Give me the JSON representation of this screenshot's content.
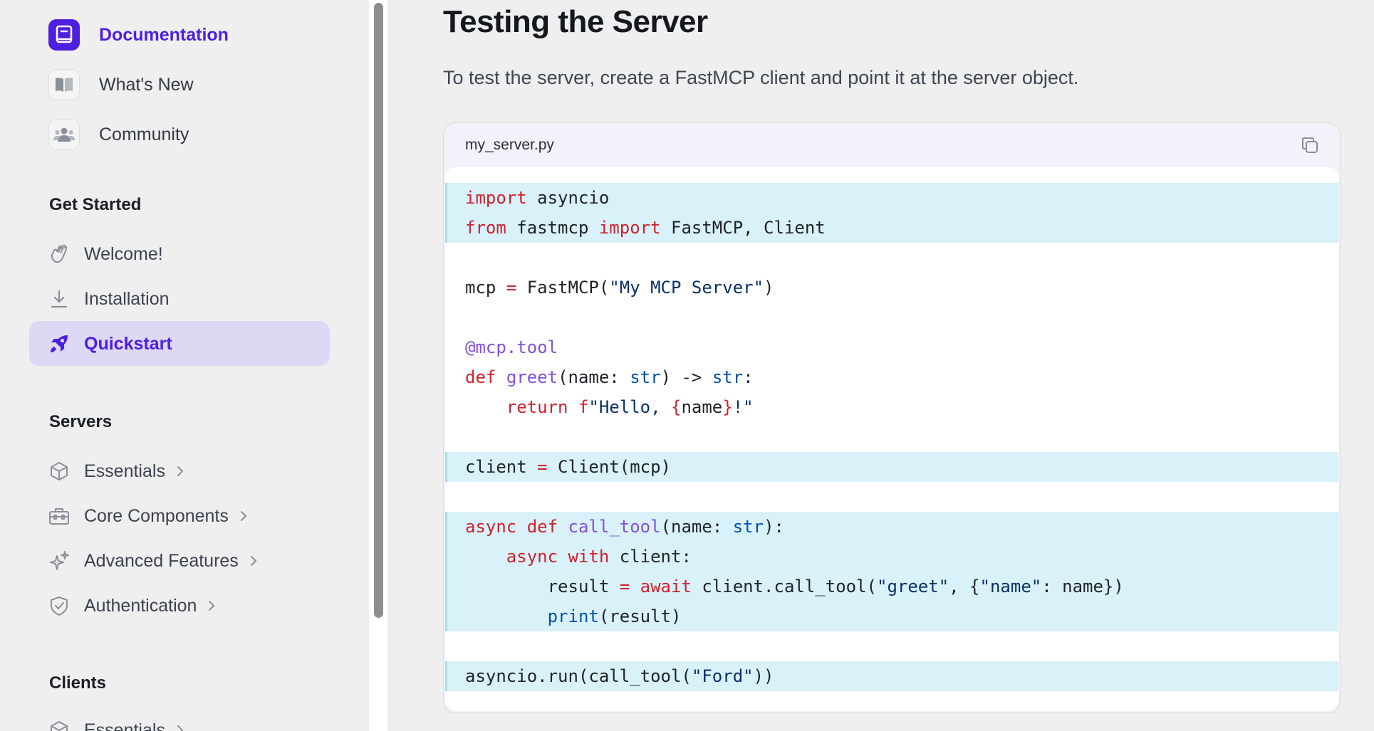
{
  "sidebar": {
    "top_links": [
      {
        "label": "Documentation",
        "icon": "book-icon",
        "active": true
      },
      {
        "label": "What's New",
        "icon": "open-book-icon",
        "active": false
      },
      {
        "label": "Community",
        "icon": "users-icon",
        "active": false
      }
    ],
    "sections": {
      "get_started": {
        "title": "Get Started",
        "items": [
          {
            "label": "Welcome!",
            "icon": "waving-hand-icon"
          },
          {
            "label": "Installation",
            "icon": "download-icon"
          },
          {
            "label": "Quickstart",
            "icon": "rocket-icon",
            "active": true
          }
        ]
      },
      "servers": {
        "title": "Servers",
        "items": [
          {
            "label": "Essentials",
            "icon": "cube-icon"
          },
          {
            "label": "Core Components",
            "icon": "toolbox-icon"
          },
          {
            "label": "Advanced Features",
            "icon": "sparkles-icon"
          },
          {
            "label": "Authentication",
            "icon": "shield-check-icon"
          }
        ]
      },
      "clients": {
        "title": "Clients",
        "items": [
          {
            "label": "Essentials",
            "icon": "cube-icon"
          }
        ]
      }
    }
  },
  "main": {
    "title": "Testing the Server",
    "lead": "To test the server, create a FastMCP client and point it at the server object.",
    "code": {
      "filename": "my_server.py",
      "copy_icon": "copy-icon",
      "lines": {
        "l1": {
          "a": "import",
          "b": " asyncio"
        },
        "l2": {
          "a": "from",
          "b": " fastmcp ",
          "c": "import",
          "d": " FastMCP, Client"
        },
        "l4": {
          "a": "mcp ",
          "b": "=",
          "c": " FastMCP(",
          "d": "\"My MCP Server\"",
          "e": ")"
        },
        "l6": {
          "a": "@mcp.tool"
        },
        "l7": {
          "a": "def",
          "b": " ",
          "c": "greet",
          "d": "(name: ",
          "e": "str",
          "f": ") -> ",
          "g": "str",
          "h": ":"
        },
        "l8": {
          "a": "    ",
          "b": "return",
          "c": " ",
          "d": "f",
          "e": "\"Hello, ",
          "f": "{",
          "g": "name",
          "h": "}",
          "i": "!\""
        },
        "l10": {
          "a": "client ",
          "b": "=",
          "c": " Client(mcp)"
        },
        "l12": {
          "a": "async",
          "b": " ",
          "c": "def",
          "d": " ",
          "e": "call_tool",
          "f": "(name: ",
          "g": "str",
          "h": "):"
        },
        "l13": {
          "a": "    ",
          "b": "async",
          "c": " ",
          "d": "with",
          "e": " client:"
        },
        "l14": {
          "a": "        result ",
          "b": "=",
          "c": " ",
          "d": "await",
          "e": " client.call_tool(",
          "f": "\"greet\"",
          "g": ", {",
          "h": "\"name\"",
          "i": ": name})"
        },
        "l15": {
          "a": "        ",
          "b": "print",
          "c": "(result)"
        },
        "l17": {
          "a": "asyncio.run(call_tool(",
          "b": "\"Ford\"",
          "c": "))"
        }
      }
    }
  },
  "colors": {
    "accent": "#4f1fe0",
    "active_bg": "#ddd8f3",
    "code_highlight": "#d9f1f9",
    "keyword": "#cf222e",
    "function": "#8250df",
    "builtin": "#0550ae",
    "string": "#0a3069"
  }
}
